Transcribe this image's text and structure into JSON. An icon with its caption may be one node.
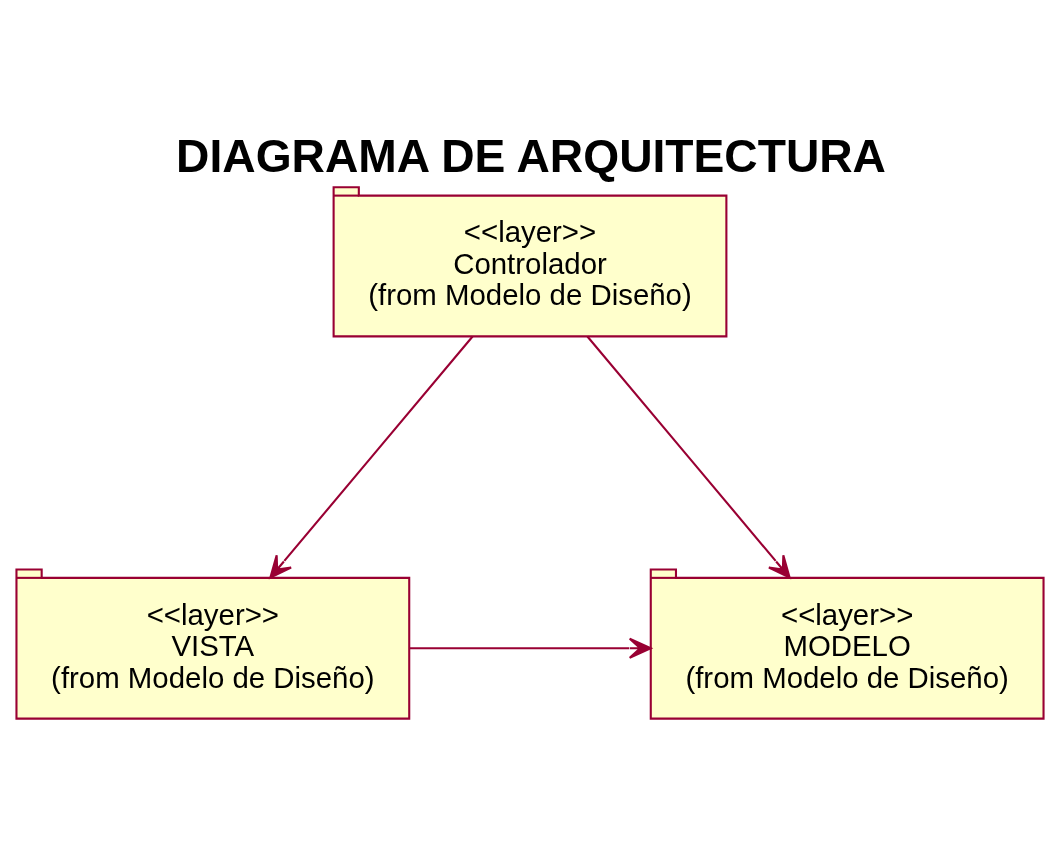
{
  "diagram": {
    "title": "DIAGRAMA DE ARQUITECTURA",
    "nodes": [
      {
        "text": [
          "<<layer>>",
          "Controlador",
          "(from Modelo de Diseño)"
        ]
      },
      {
        "text": [
          "<<layer>>",
          "VISTA",
          "(from Modelo de Diseño)"
        ]
      },
      {
        "text": [
          "<<layer>>",
          "MODELO",
          "(from Modelo de Diseño)"
        ]
      }
    ],
    "edges": [
      {
        "from": 0,
        "to": 1,
        "arrow": "to"
      },
      {
        "from": 0,
        "to": 2,
        "arrow": "to"
      },
      {
        "from": 1,
        "to": 2,
        "arrow": "to"
      }
    ]
  }
}
